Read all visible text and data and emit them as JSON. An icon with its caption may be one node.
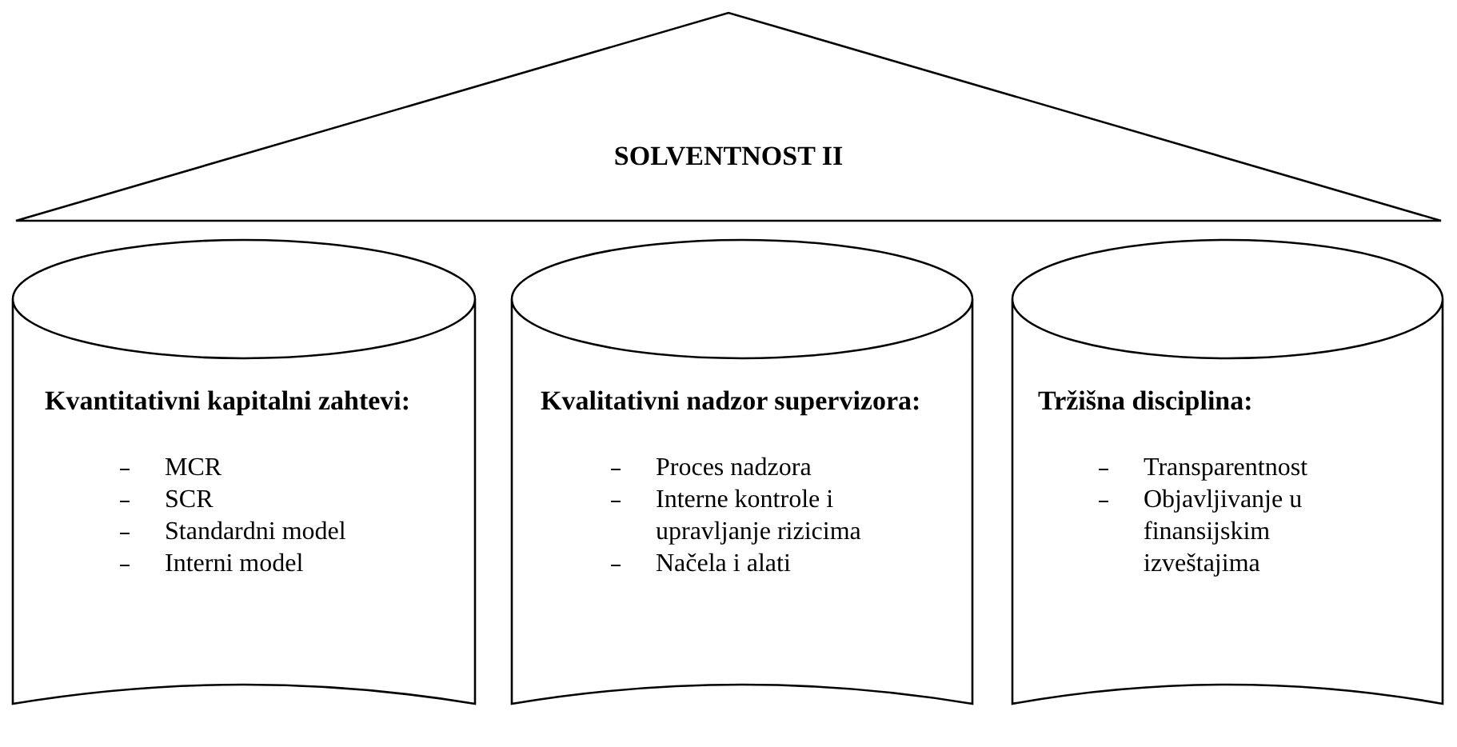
{
  "diagram": {
    "nodes": [
      {
        "text": [
          "SOLVENTNOST II"
        ]
      },
      {
        "text": [
          "Kvantitativni kapitalni zahtevi:",
          "MCR",
          "SCR",
          "Standardni model",
          "Interni model"
        ]
      },
      {
        "text": [
          "Kvalitativni nadzor supervizora:",
          "Proces nadzora",
          "Interne kontrole i upravljanje rizicima",
          "Načela i alati"
        ]
      },
      {
        "text": [
          "Tržišna disciplina:",
          "Transparentnost",
          "Objavljivanje u finansijskim izveštajima"
        ]
      }
    ]
  }
}
